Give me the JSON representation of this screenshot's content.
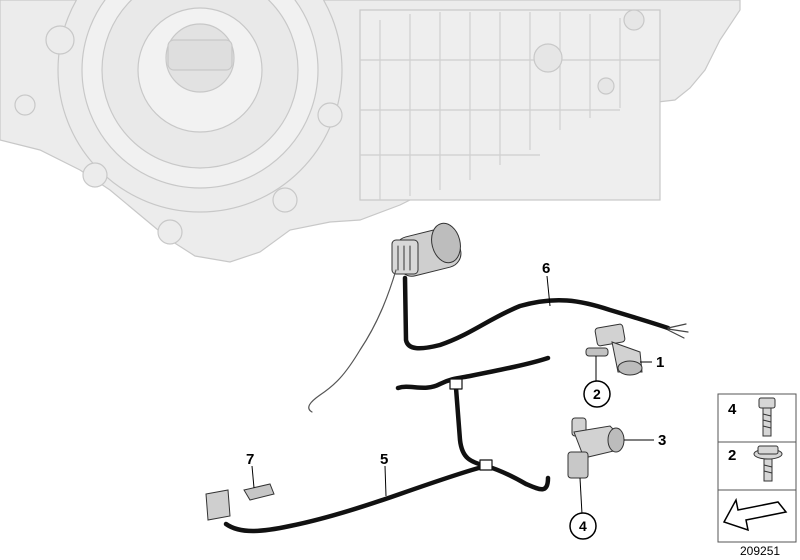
{
  "diagram_id": "209251",
  "callouts": {
    "c1": "1",
    "c2": "2",
    "c3": "3",
    "c4": "4",
    "c5": "5",
    "c6": "6",
    "c7": "7"
  },
  "legend": {
    "row_top_label": "4",
    "row_bottom_label": "2"
  },
  "colors": {
    "housing": "#e8e8e8",
    "housing_line": "#c4c4c4",
    "cable": "#111111",
    "part_fill": "#cfcfcf",
    "part_line": "#333333",
    "legend_border": "#555555"
  },
  "icons": {
    "transmission": "transmission-housing-drawing",
    "sensor": "speed-sensor-drawing",
    "bolt": "bolt-icon",
    "arrow": "direction-arrow-icon"
  }
}
